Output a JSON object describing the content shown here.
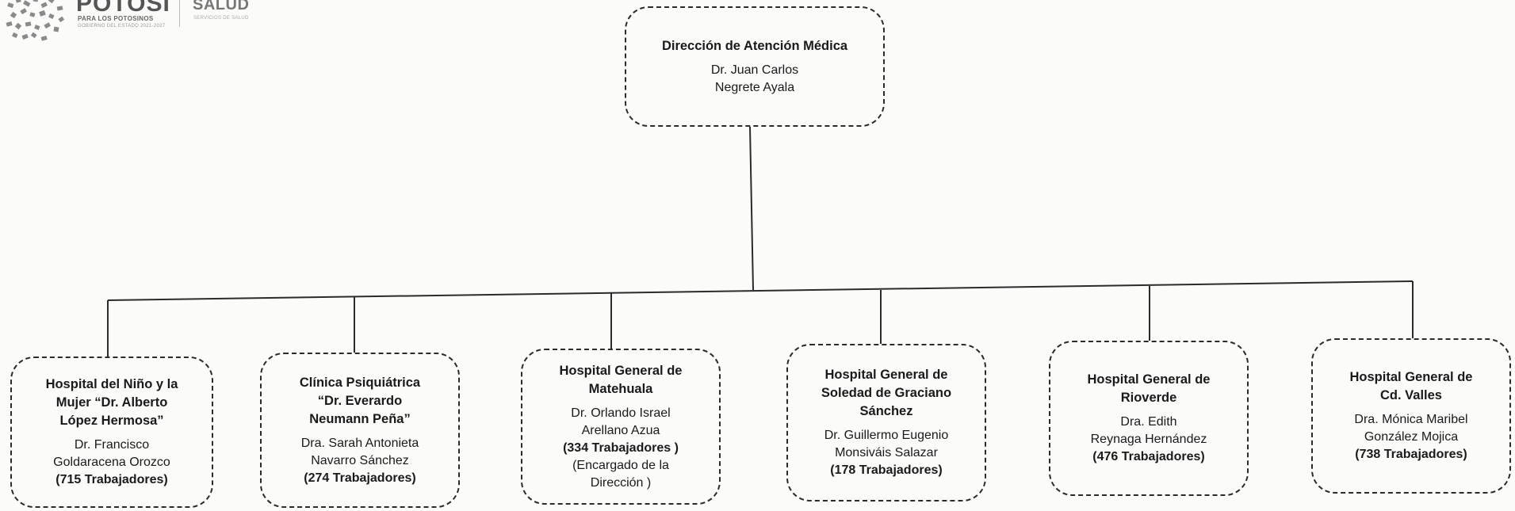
{
  "logo": {
    "brand": "POTOSÍ",
    "tagline": "PARA LOS POTOSINOS",
    "small_text": "GOBIERNO DEL ESTADO 2021-2027",
    "health_label": "SALUD",
    "health_small": "SERVICIOS DE SALUD",
    "icon": "mosaic-emblem-icon"
  },
  "diagram": {
    "root": {
      "title": "Dirección de Atención Médica",
      "person_lines": [
        "Dr. Juan Carlos",
        "Negrete Ayala"
      ]
    },
    "children": [
      {
        "title_lines": [
          "Hospital del Niño y la",
          "Mujer “Dr. Alberto",
          "López Hermosa”"
        ],
        "person_lines": [
          "Dr. Francisco",
          "Goldaracena Orozco"
        ],
        "workers": "(715 Trabajadores)"
      },
      {
        "title_lines": [
          "Clínica Psiquiátrica",
          "“Dr. Everardo",
          "Neumann Peña”"
        ],
        "person_lines": [
          "Dra. Sarah Antonieta",
          "Navarro Sánchez"
        ],
        "workers": "(274 Trabajadores)"
      },
      {
        "title_lines": [
          "Hospital General de",
          "Matehuala"
        ],
        "person_lines": [
          "Dr. Orlando Israel",
          "Arellano Azua"
        ],
        "workers": "(334 Trabajadores )",
        "note_lines": [
          "(Encargado de la",
          "Dirección )"
        ]
      },
      {
        "title_lines": [
          "Hospital General de",
          "Soledad de Graciano",
          "Sánchez"
        ],
        "person_lines": [
          "Dr. Guillermo Eugenio",
          "Monsiváis Salazar"
        ],
        "workers": "(178 Trabajadores)"
      },
      {
        "title_lines": [
          "Hospital General de",
          "Rioverde"
        ],
        "person_lines": [
          "Dra. Edith",
          "Reynaga Hernández"
        ],
        "workers": "(476 Trabajadores)"
      },
      {
        "title_lines": [
          "Hospital General de",
          "Cd. Valles"
        ],
        "person_lines": [
          "Dra. Mónica Maribel",
          "González Mojica"
        ],
        "workers": "(738 Trabajadores)"
      }
    ]
  },
  "colors": {
    "background": "#fbfbfa",
    "line": "#2b2b2b",
    "text": "#1a1a1a"
  }
}
